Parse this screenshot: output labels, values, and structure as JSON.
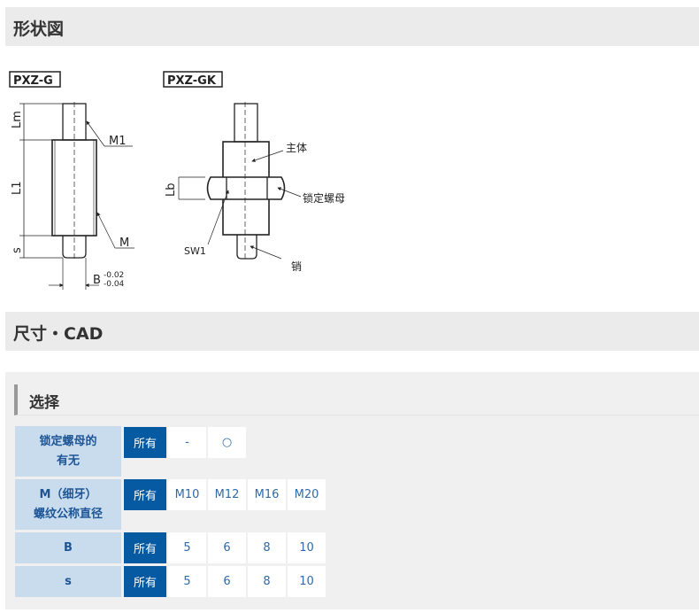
{
  "sections": {
    "shape": "形状図",
    "size_cad": "尺寸・CAD"
  },
  "drawing": {
    "g": {
      "model": "PXZ-G",
      "lm": "Lm",
      "l1": "L1",
      "s": "s",
      "m1": "M1",
      "m": "M",
      "b": "B",
      "b_upper": "-0.02",
      "b_lower": "-0.04"
    },
    "gk": {
      "model": "PXZ-GK",
      "lb": "Lb",
      "body": "主体",
      "locknut": "锁定螺母",
      "sw1": "SW1",
      "pin": "销"
    }
  },
  "selection": {
    "title": "选择",
    "rows": [
      {
        "label1": "锁定螺母的",
        "label2": "有无",
        "options": [
          "所有",
          "-",
          "○"
        ]
      },
      {
        "label1": "M（细牙）",
        "label2": "螺纹公称直径",
        "options": [
          "所有",
          "M10",
          "M12",
          "M16",
          "M20"
        ]
      },
      {
        "label1": "B",
        "label2": "",
        "options": [
          "所有",
          "5",
          "6",
          "8",
          "10"
        ]
      },
      {
        "label1": "s",
        "label2": "",
        "options": [
          "所有",
          "5",
          "6",
          "8",
          "10"
        ]
      }
    ]
  }
}
